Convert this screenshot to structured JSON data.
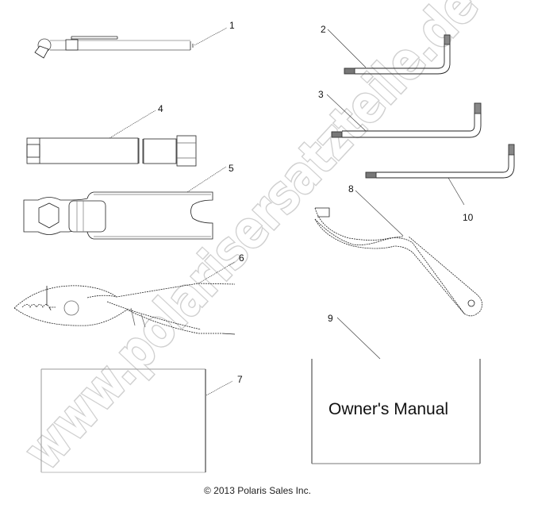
{
  "diagram": {
    "type": "parts-exploded-view",
    "parts": [
      {
        "callout": "1",
        "description": "tool-kit-handle-with-socket"
      },
      {
        "callout": "2",
        "description": "hex-key-small"
      },
      {
        "callout": "3",
        "description": "hex-key-medium"
      },
      {
        "callout": "4",
        "description": "spark-plug-socket-wrench"
      },
      {
        "callout": "5",
        "description": "open-end-wrench-with-hex"
      },
      {
        "callout": "6",
        "description": "slip-joint-pliers"
      },
      {
        "callout": "7",
        "description": "tool-pouch"
      },
      {
        "callout": "8",
        "description": "spanner-wrench"
      },
      {
        "callout": "9",
        "description": "owners-manual"
      },
      {
        "callout": "10",
        "description": "hex-key-large"
      }
    ],
    "labels": {
      "c1": "1",
      "c2": "2",
      "c3": "3",
      "c4": "4",
      "c5": "5",
      "c6": "6",
      "c7": "7",
      "c8": "8",
      "c9": "9",
      "c10": "10"
    },
    "manual_title": "Owner's Manual",
    "copyright": "© 2013 Polaris Sales Inc.",
    "watermark": "www.polarisersatzteile.de"
  }
}
